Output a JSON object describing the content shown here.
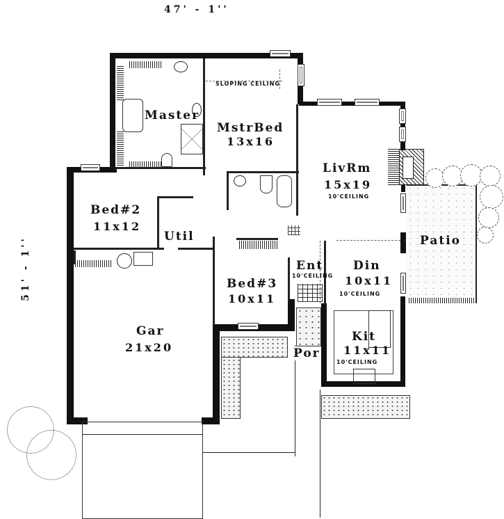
{
  "plan": {
    "overall_width": "47' - 1''",
    "overall_depth": "51' - 1''"
  },
  "rooms": {
    "master_bath": {
      "name": "Master"
    },
    "master_bed": {
      "name": "MstrBed",
      "size": "13x16",
      "note": "SLOPING CEILING"
    },
    "living": {
      "name": "LivRm",
      "size": "15x19",
      "note": "10'CEILING"
    },
    "patio": {
      "name": "Patio"
    },
    "bed2": {
      "name": "Bed#2",
      "size": "11x12"
    },
    "utility": {
      "name": "Util"
    },
    "bed3": {
      "name": "Bed#3",
      "size": "10x11"
    },
    "entry": {
      "name": "Ent",
      "note": "10'CEILING"
    },
    "dining": {
      "name": "Din",
      "size": "10x11",
      "note": "10'CEILING"
    },
    "kitchen": {
      "name": "Kit",
      "size": "11x11",
      "note": "10'CEILING"
    },
    "garage": {
      "name": "Gar",
      "size": "21x20"
    },
    "porch": {
      "name": "Por"
    }
  },
  "colors": {
    "wall": "#111111",
    "background": "#ffffff",
    "patio_fill": "#fbfbfb"
  }
}
